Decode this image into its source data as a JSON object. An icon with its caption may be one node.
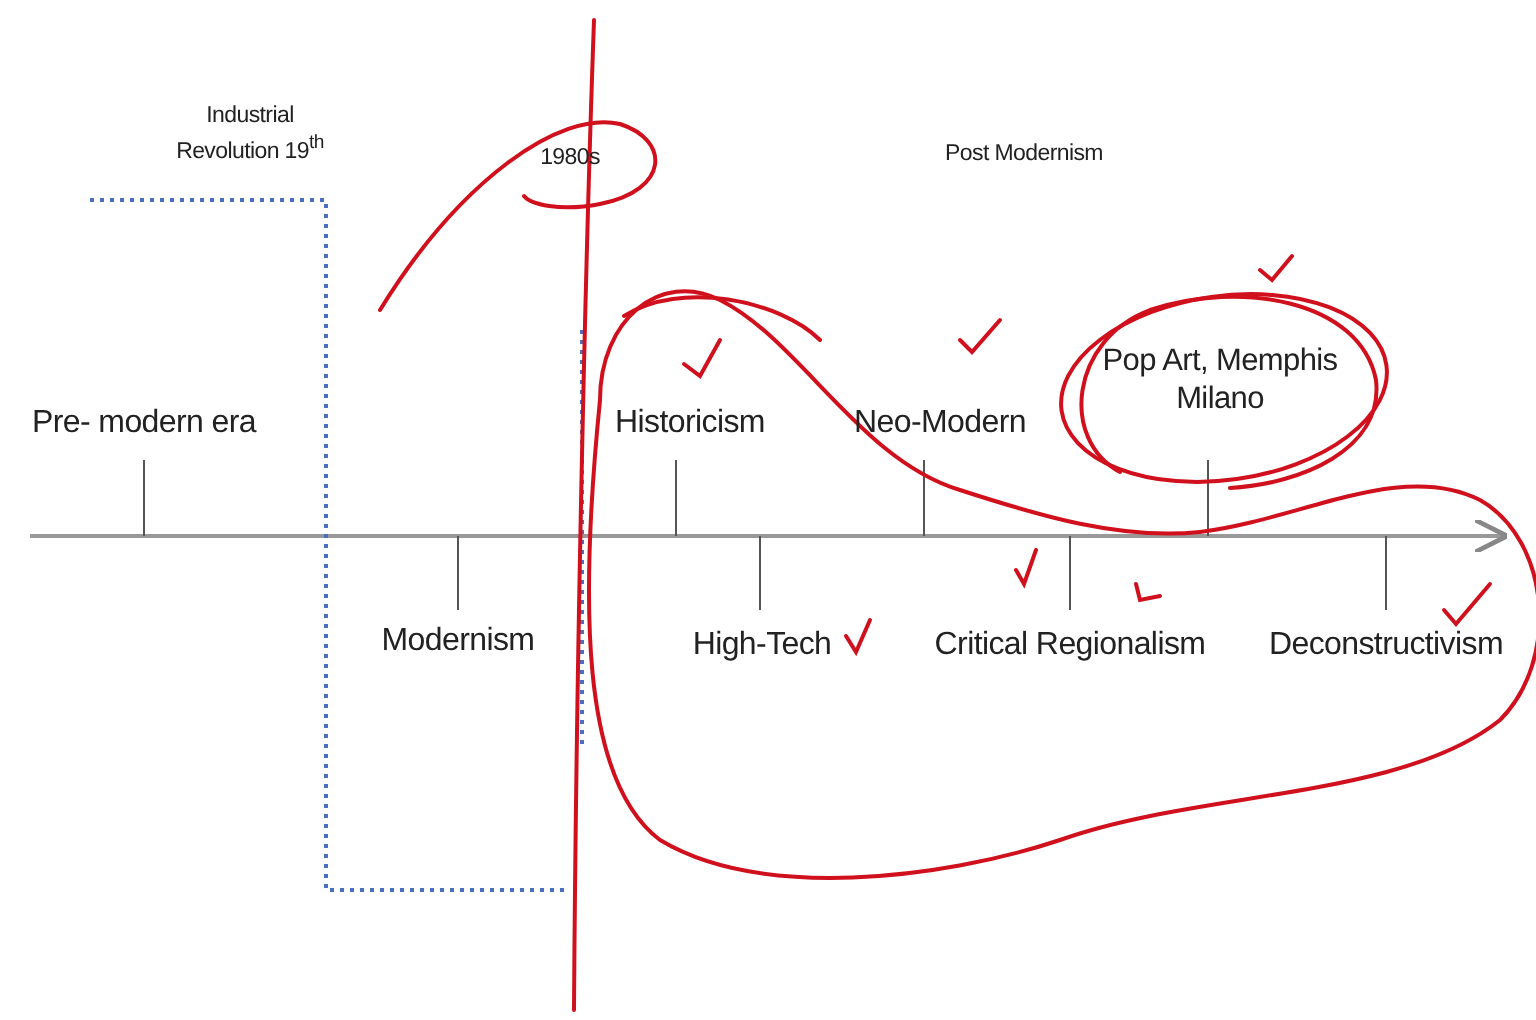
{
  "diagram": {
    "labels": [
      "Industrial Revolution 19$^{th}$",
      "1980s",
      "Post Modernism",
      "Pre- modern era",
      "Historicism",
      "Neo-Modern",
      "Pop Art, Memphis Milano",
      "Modernism",
      "High-Tech",
      "Critical Regionalism",
      "Deconstructivism"
    ]
  }
}
